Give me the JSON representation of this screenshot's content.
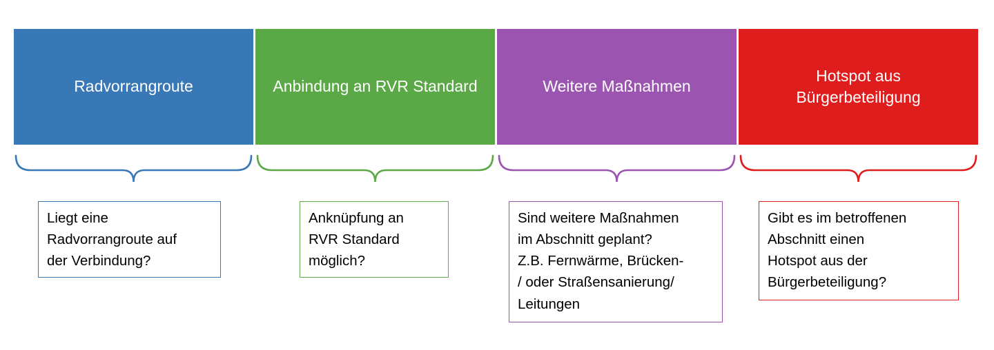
{
  "diagram": {
    "background": "#FFFFFF",
    "header_text_color": "#FFFFFF",
    "columns": [
      {
        "header": "Radvorrangroute",
        "color": "#3878B6",
        "description": "Liegt eine\nRadvorrangroute auf\nder Verbindung?"
      },
      {
        "header": "Anbindung an RVR Standard",
        "color": "#5BA847",
        "description": "Anknüpfung an\nRVR Standard\nmöglich?"
      },
      {
        "header": "Weitere Maßnahmen",
        "color": "#9B55B0",
        "description": "Sind weitere Maßnahmen\nim Abschnitt geplant?\nZ.B. Fernwärme, Brücken-\n/ oder Straßensanierung/\nLeitungen"
      },
      {
        "header": "Hotspot aus\nBürgerbeteiligung",
        "color": "#E01D1D",
        "description": "Gibt es im betroffenen\nAbschnitt einen\nHotspot aus der\nBürgerbeteiligung?"
      }
    ]
  }
}
